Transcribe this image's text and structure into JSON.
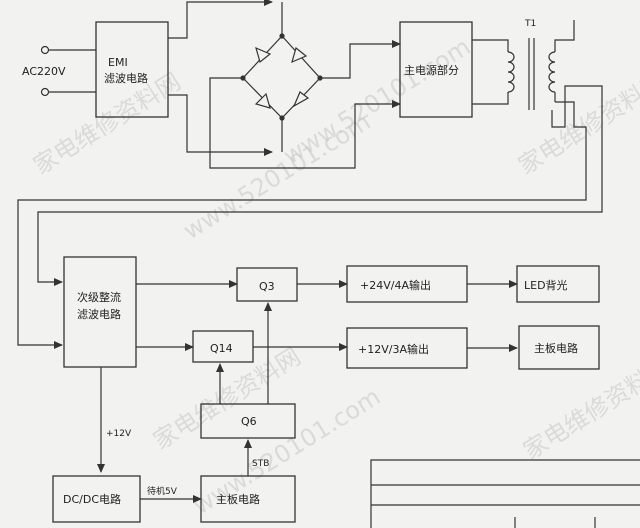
{
  "labels": {
    "ac_input": "AC220V",
    "emi_line1": "EMI",
    "emi_line2": "滤波电路",
    "main_power": "主电源部分",
    "transformer": "T1",
    "secondary_line1": "次级整流",
    "secondary_line2": "滤波电路",
    "q3": "Q3",
    "q14": "Q14",
    "q6": "Q6",
    "out_24v": "+24V/4A输出",
    "out_12v": "+12V/3A输出",
    "led_backlight": "LED背光",
    "mainboard_1": "主板电路",
    "v12": "+12V",
    "dcdc": "DC/DC电路",
    "standby": "待机5V",
    "stb": "STB",
    "mainboard_2": "主板电路"
  },
  "watermarks": [
    "家电维修资料网",
    "www.520101.com"
  ]
}
